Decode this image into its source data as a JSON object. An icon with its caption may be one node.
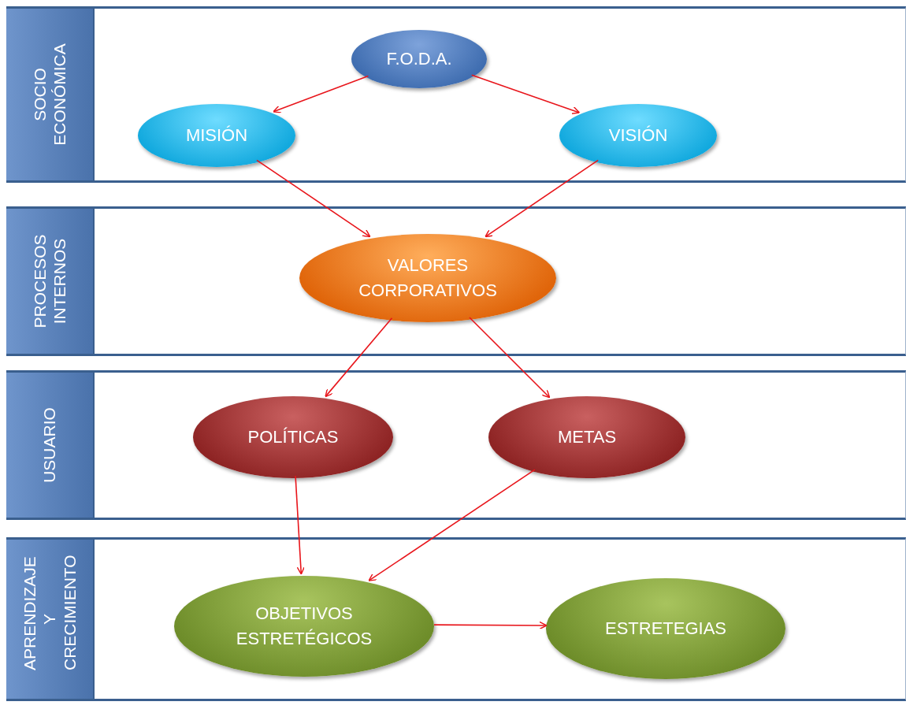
{
  "diagram": {
    "nodes": [
      {
        "text": [
          "SOCIO ECONÓMICA"
        ]
      },
      {
        "text": [
          "F.O.D.A."
        ],
        "in": 0
      },
      {
        "text": [
          "MISIÓN"
        ],
        "in": 0
      },
      {
        "text": [
          "VISIÓN"
        ],
        "in": 0
      },
      {
        "text": [
          "PROCESOS INTERNOS"
        ]
      },
      {
        "text": [
          "VALORES CORPORATIVOS"
        ],
        "in": 4
      },
      {
        "text": [
          "USUARIO"
        ]
      },
      {
        "text": [
          "POLÍTICAS"
        ],
        "in": 6
      },
      {
        "text": [
          "METAS"
        ],
        "in": 6
      },
      {
        "text": [
          "APRENDIZAJE Y CRECIMIENTO"
        ]
      },
      {
        "text": [
          "OBJETIVOS ESTRETÉGICOS"
        ],
        "in": 9
      },
      {
        "text": [
          "ESTRETEGIAS"
        ],
        "in": 9
      }
    ],
    "edges": [
      {
        "from": 1,
        "to": 2,
        "arrow": "to"
      },
      {
        "from": 1,
        "to": 3,
        "arrow": "to"
      },
      {
        "from": 2,
        "to": 5,
        "arrow": "to"
      },
      {
        "from": 3,
        "to": 5,
        "arrow": "to"
      },
      {
        "from": 5,
        "to": 7,
        "arrow": "to"
      },
      {
        "from": 5,
        "to": 8,
        "arrow": "to"
      },
      {
        "from": 7,
        "to": 10,
        "arrow": "to"
      },
      {
        "from": 8,
        "to": 10,
        "arrow": "to"
      },
      {
        "from": 10,
        "to": 11,
        "arrow": "to"
      }
    ]
  }
}
